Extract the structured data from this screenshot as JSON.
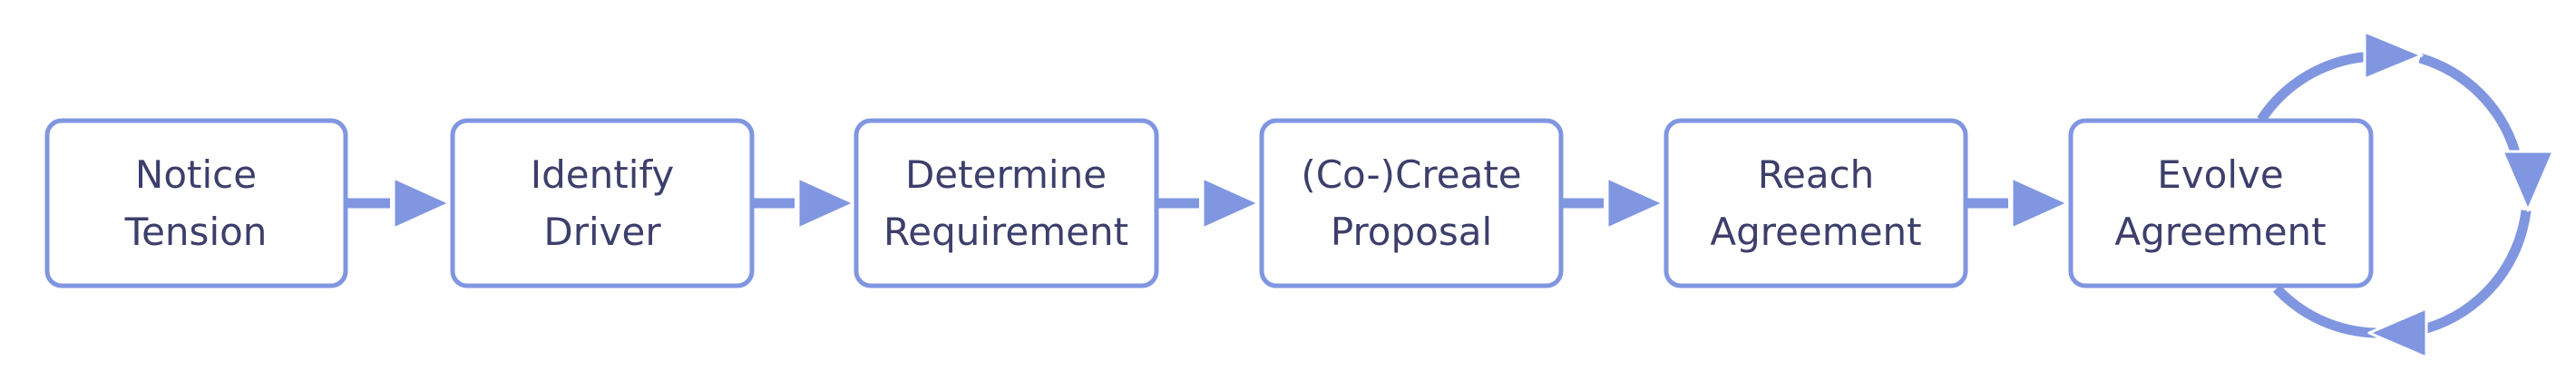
{
  "diagram": {
    "steps": [
      {
        "line1": "Notice",
        "line2": "Tension"
      },
      {
        "line1": "Identify",
        "line2": "Driver"
      },
      {
        "line1": "Determine",
        "line2": "Requirement"
      },
      {
        "line1": "(Co-)Create",
        "line2": "Proposal"
      },
      {
        "line1": "Reach",
        "line2": "Agreement"
      },
      {
        "line1": "Evolve",
        "line2": "Agreement"
      }
    ],
    "colors": {
      "accent": "#8096e0",
      "text": "#3c3f6b",
      "background": "#ffffff"
    }
  }
}
